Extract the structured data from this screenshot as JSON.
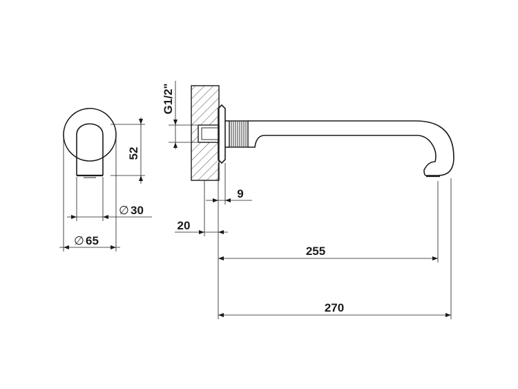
{
  "dimensions": {
    "height": "52",
    "spout_diameter": "30",
    "rosette_diameter": "65",
    "thread": "G1/2\"",
    "rosette_depth": "9",
    "wall_offset": "20",
    "projection_inner": "255",
    "projection_total": "270",
    "diameter_symbol": "∅"
  }
}
